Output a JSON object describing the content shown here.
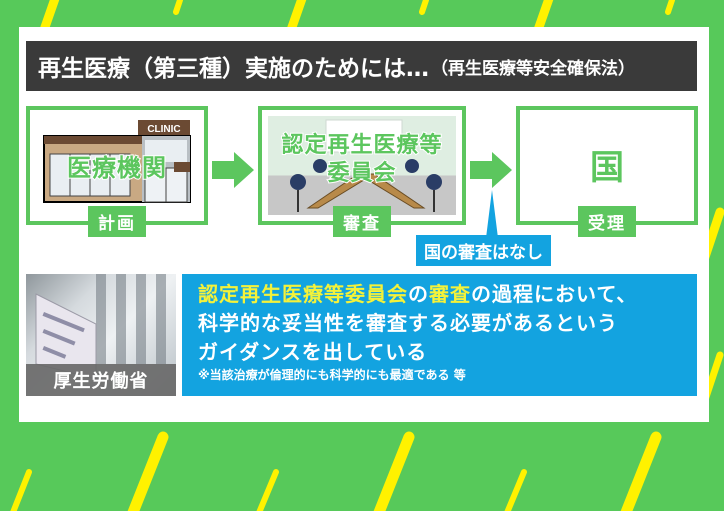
{
  "colors": {
    "background_green": "#57c95a",
    "stripe_yellow": "#fff200",
    "panel_white": "#ffffff",
    "title_bar": "#3a3a3a",
    "box_green": "#5cc65e",
    "info_blue": "#13a3e0",
    "highlight_yellow": "#f4f23a"
  },
  "title": {
    "main": "再生医療（第三種）実施のためには…",
    "sub": "（再生医療等安全確保法）"
  },
  "flow": {
    "steps": [
      {
        "name": "医療機関",
        "sign": "CLINIC",
        "label": "計画"
      },
      {
        "name_line1": "認定再生医療等",
        "name_line2": "委員会",
        "label": "審査"
      },
      {
        "name": "国",
        "label": "受理"
      }
    ],
    "callout": "国の審査はなし"
  },
  "photo": {
    "caption": "厚生労働省"
  },
  "info": {
    "line1_highlight_a": "認定再生医療等委員会",
    "line1_plain_a": "の",
    "line1_highlight_b": "審査",
    "line1_plain_b": "の過程において、",
    "line2": "科学的な妥当性を審査する必要があるという",
    "line3": "ガイダンスを出している",
    "note": "※当該治療が倫理的にも科学的にも最適である 等"
  }
}
